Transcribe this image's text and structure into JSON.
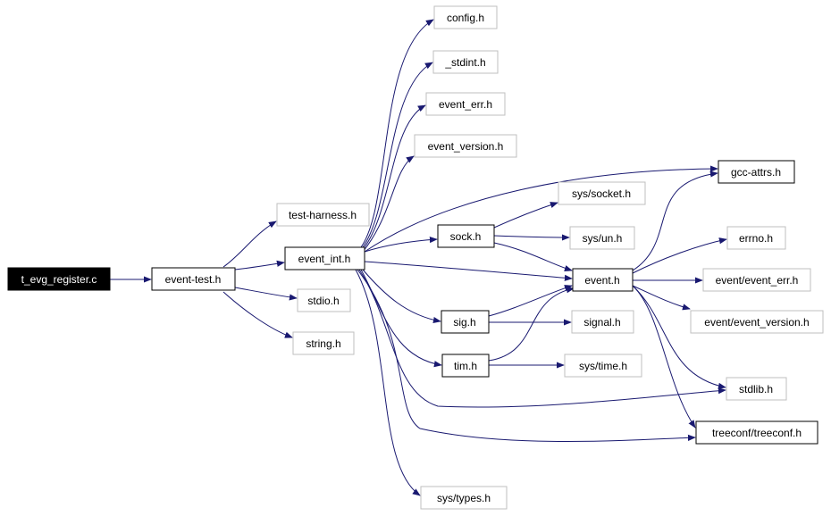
{
  "colors": {
    "edge": "#191970",
    "box_border_dark": "#000000",
    "box_border_light": "#bfbfbf",
    "root_fill": "#000000",
    "root_text": "#ffffff",
    "text": "#000000"
  },
  "nodes": {
    "t_evg_register": "t_evg_register.c",
    "event_test": "event-test.h",
    "test_harness": "test-harness.h",
    "stdio": "stdio.h",
    "string": "string.h",
    "event_int": "event_int.h",
    "config": "config.h",
    "stdint": "_stdint.h",
    "event_err": "event_err.h",
    "event_version": "event_version.h",
    "sock": "sock.h",
    "sig": "sig.h",
    "tim": "tim.h",
    "sys_types": "sys/types.h",
    "sys_socket": "sys/socket.h",
    "sys_un": "sys/un.h",
    "signal": "signal.h",
    "sys_time": "sys/time.h",
    "event": "event.h",
    "gcc_attrs": "gcc-attrs.h",
    "errno": "errno.h",
    "event_event_err": "event/event_err.h",
    "event_event_version": "event/event_version.h",
    "stdlib": "stdlib.h",
    "treeconf": "treeconf/treeconf.h"
  }
}
